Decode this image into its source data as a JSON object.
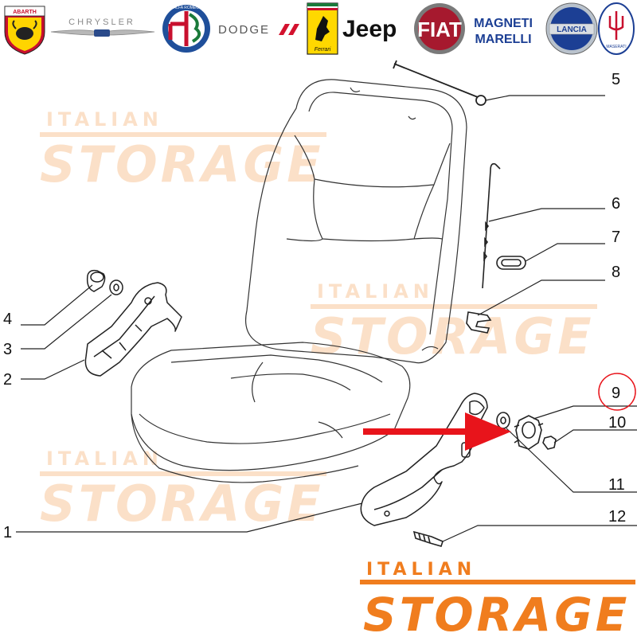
{
  "brand_logos": [
    {
      "name": "abarth-logo",
      "text": "ABARTH"
    },
    {
      "name": "chrysler-logo",
      "text": "CHRYSLER"
    },
    {
      "name": "alfa-romeo-logo",
      "text": "ALFA ROMEO"
    },
    {
      "name": "dodge-logo",
      "text": "DODGE"
    },
    {
      "name": "ferrari-logo",
      "text": "Ferrari"
    },
    {
      "name": "jeep-logo",
      "text": "Jeep"
    },
    {
      "name": "fiat-logo",
      "text": "FIAT"
    },
    {
      "name": "magneti-marelli-logo",
      "text": "MAGNETI MARELLI"
    },
    {
      "name": "lancia-logo",
      "text": "LANCIA"
    },
    {
      "name": "maserati-logo",
      "text": "MASERATI"
    }
  ],
  "part_numbers": [
    "1",
    "2",
    "3",
    "4",
    "5",
    "6",
    "7",
    "8",
    "9",
    "10",
    "11",
    "12"
  ],
  "highlighted_part": "9",
  "watermark": {
    "line1": "ITALIAN",
    "line2": "STORAGE",
    "color": "#f07d1e"
  },
  "colors": {
    "arrow": "#e8141b",
    "highlight_circle": "#e8141b",
    "line_art": "#222222",
    "watermark_faded": "#fbe2cc"
  }
}
